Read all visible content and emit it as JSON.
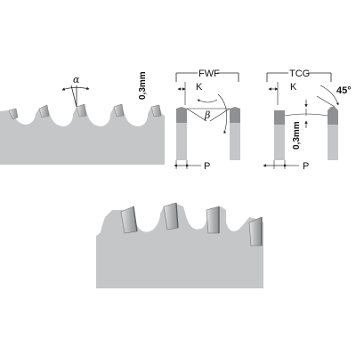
{
  "labels": {
    "alpha": "α",
    "beta": "β",
    "thickness_left": "0,3mm",
    "thickness_right": "0,3mm",
    "fwf": "FWF",
    "tcg": "TCG",
    "k_fwf": "K",
    "k_tcg": "K",
    "p_fwf": "P",
    "p_tcg": "P",
    "angle_45": "45°"
  },
  "colors": {
    "blade_fill": "#c4c6c7",
    "tooth_tip": "#9a9c9e",
    "tooth_highlight": "#dfe0e1",
    "line": "#222222"
  }
}
